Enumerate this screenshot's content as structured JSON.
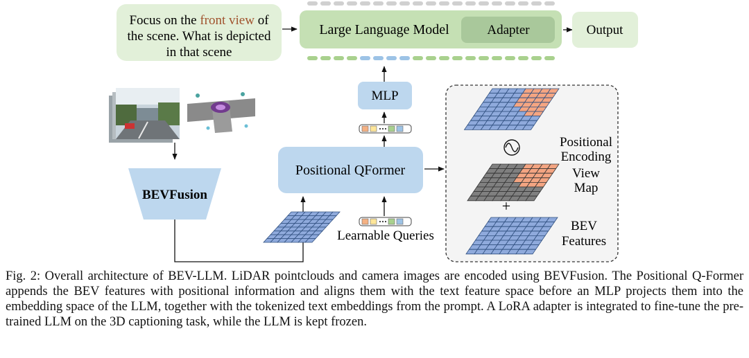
{
  "prompt": {
    "line1_pre": "Focus on the ",
    "line1_highlight": "front view",
    "line1_post": " of",
    "line2": "the scene. What is depicted",
    "line3": "in that scene"
  },
  "llm": {
    "label": "Large Language Model",
    "adapter": "Adapter"
  },
  "output": {
    "label": "Output"
  },
  "mlp": {
    "label": "MLP"
  },
  "qformer": {
    "label": "Positional QFormer"
  },
  "bevfusion": {
    "label": "BEVFusion"
  },
  "queries": {
    "label": "Learnable Queries"
  },
  "panel": {
    "pe_line1": "Positional",
    "pe_line2": "Encoding",
    "view_line1": "View",
    "view_line2": "Map",
    "plus": "+",
    "bev_line1": "BEV",
    "bev_line2": "Features"
  },
  "colors": {
    "green_light": "#e2f0d9",
    "green_mid": "#c5e0b4",
    "green_dark": "#a9c89b",
    "blue_box": "#bdd7ee",
    "blue_grid": "#8faadc",
    "orange": "#f4a582",
    "gray_grid": "#808080",
    "highlight_text": "#a0522d"
  },
  "caption": {
    "text": "Fig. 2: Overall architecture of BEV-LLM. LiDAR pointclouds and camera images are encoded using BEVFusion. The Positional Q-Former appends the BEV features with positional information and aligns them with the text feature space before an MLP projects them into the embedding space of the LLM, together with the tokenized text embeddings from the prompt. A LoRA adapter is integrated to fine-tune the pre-trained LLM on the 3D captioning task, while the LLM is kept frozen."
  }
}
